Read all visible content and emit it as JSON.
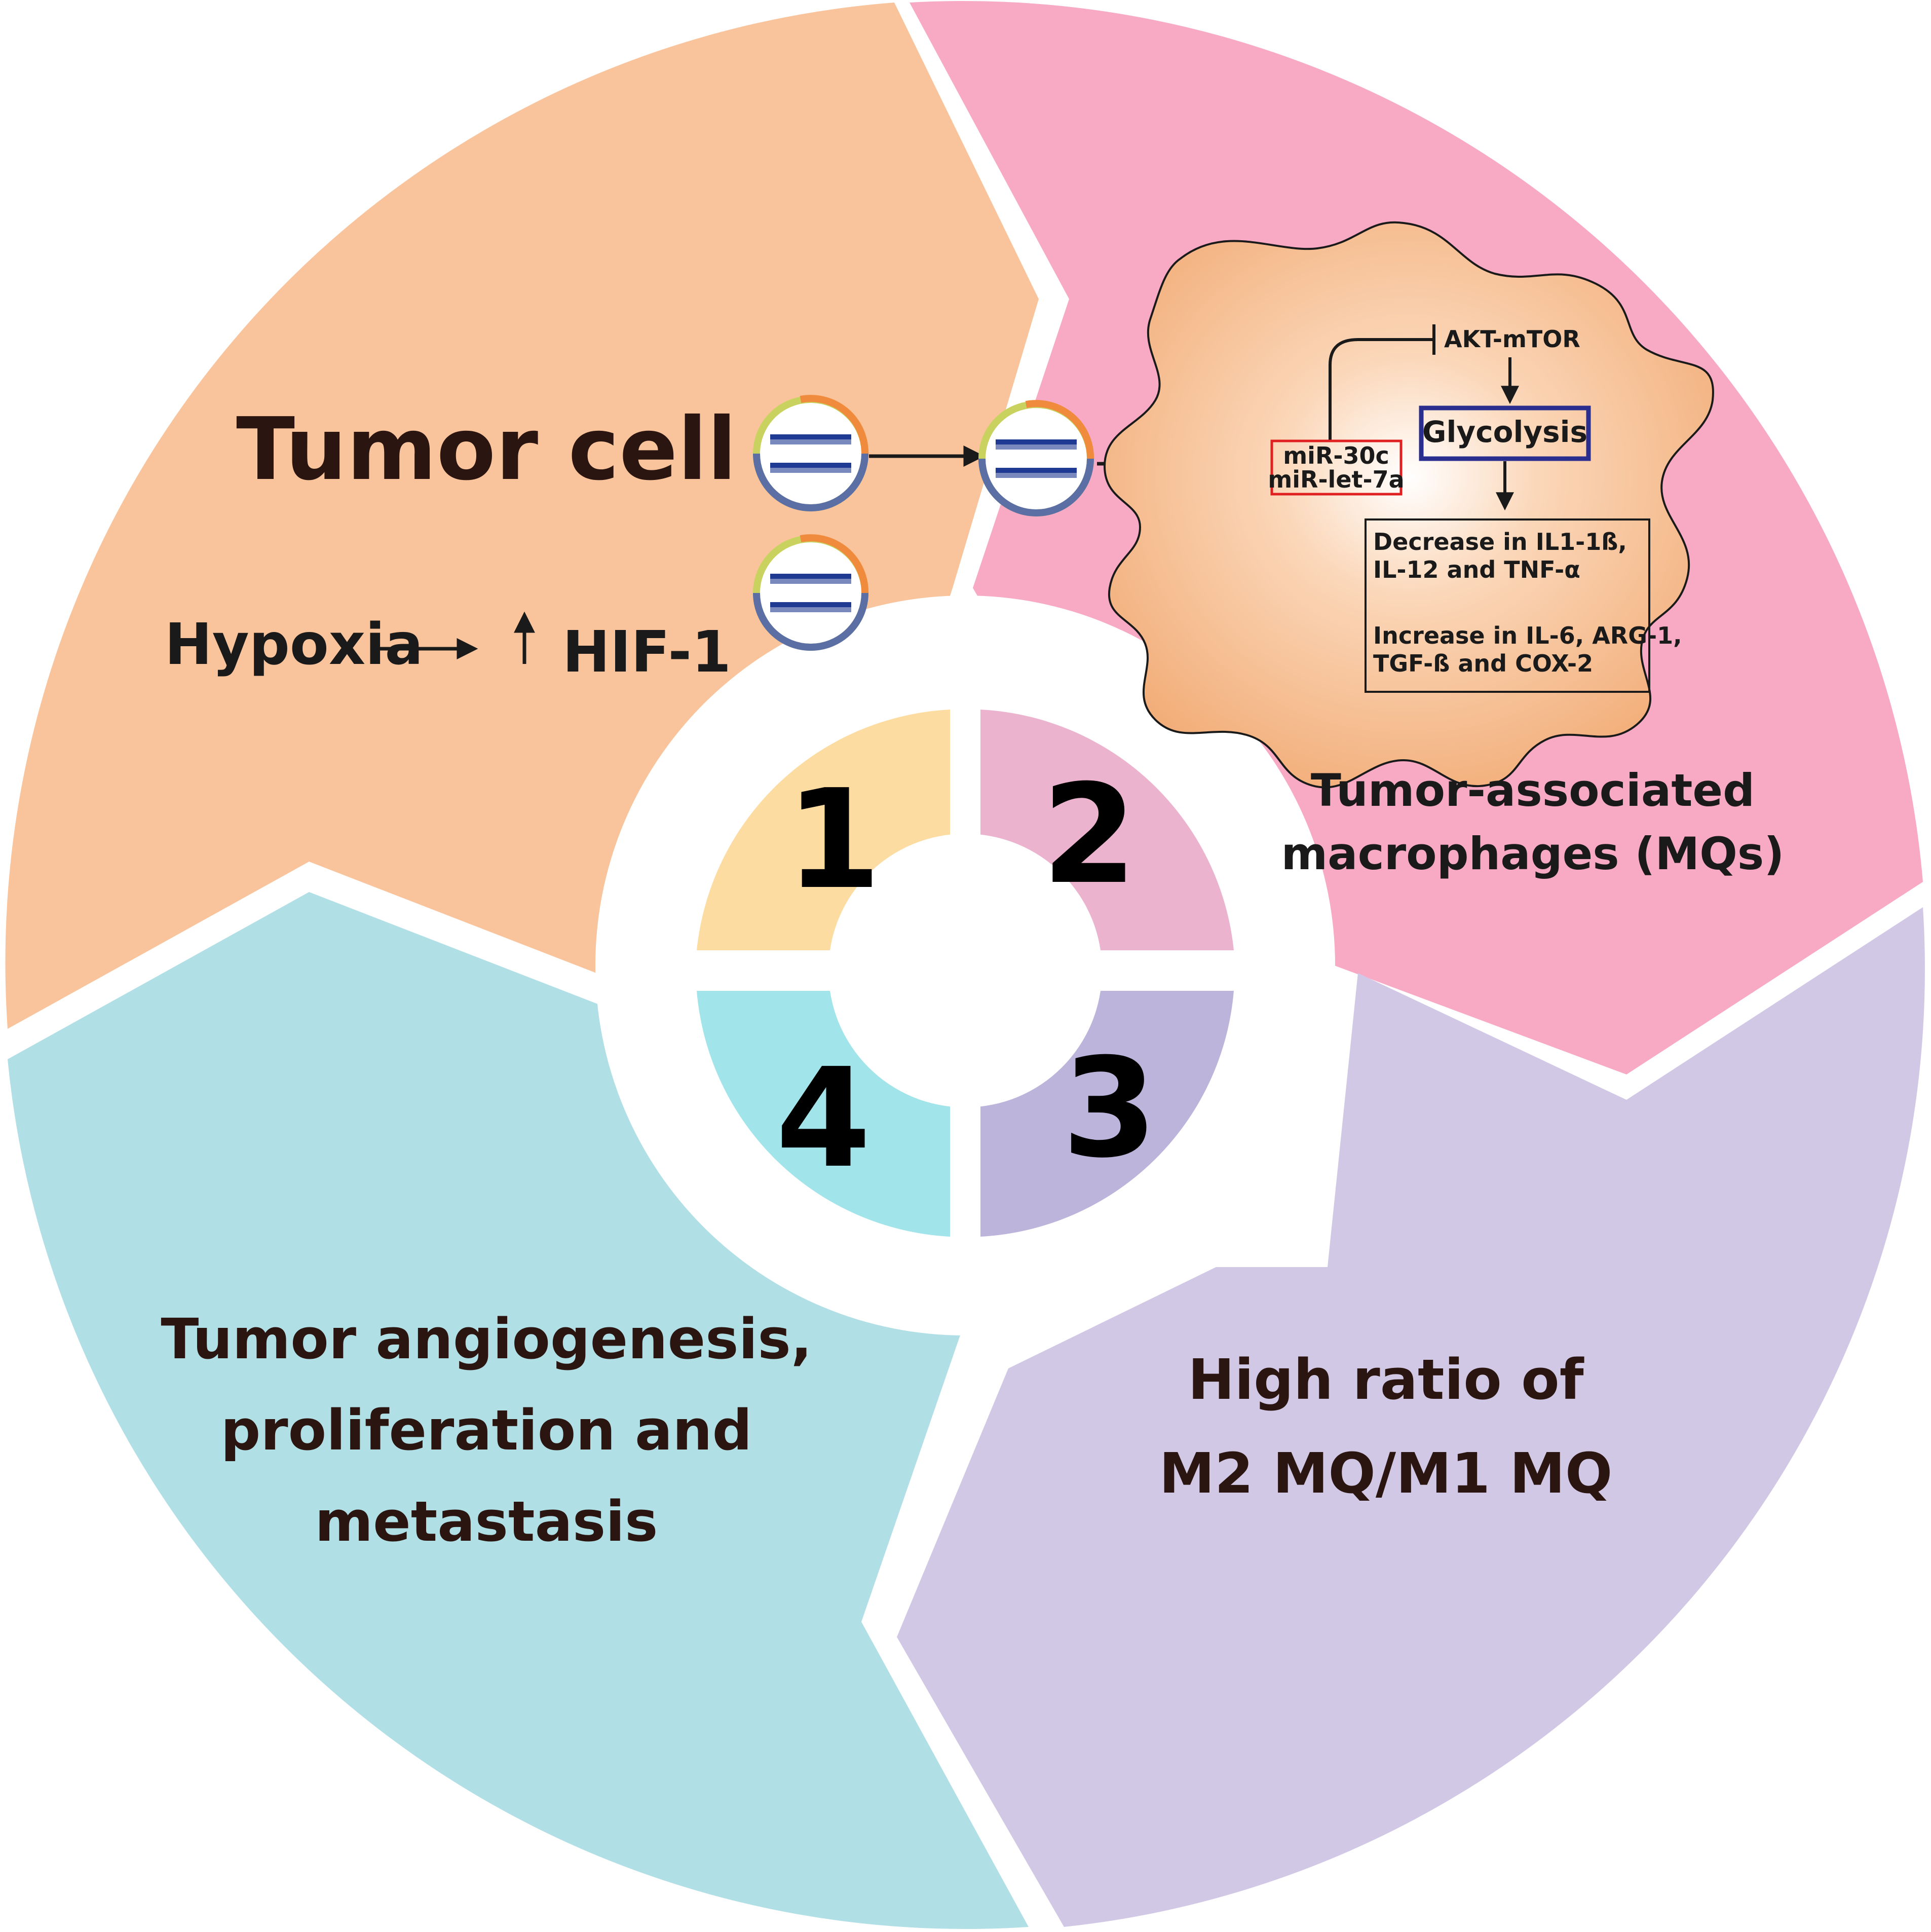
{
  "colors": {
    "tumor_cell": "#f9c49b",
    "macrophages": "#f8aac5",
    "ratio": "#d1c8e6",
    "angiogenesis": "#b1dfe6",
    "step1": "#fcdca1",
    "step2": "#ecb3cf",
    "step3": "#bcb4da",
    "step4": "#a1e4ea",
    "mirna_box": "#e02020",
    "glycolysis_box": "#2a2f8f"
  },
  "sections": {
    "tumor_cell": {
      "title": "Tumor cell",
      "hypoxia": "Hypoxia",
      "hif": "HIF-1"
    },
    "macrophages": {
      "line1": "Tumor-associated",
      "line2": "macrophages (MQs)"
    },
    "ratio": {
      "line1": "High ratio of",
      "line2": "M2 MQ/M1 MQ"
    },
    "angiogenesis": {
      "line1": "Tumor angiogenesis,",
      "line2": "proliferation and",
      "line3": "metastasis"
    }
  },
  "macrophage_cell": {
    "akt": "AKT-mTOR",
    "glycolysis": "Glycolysis",
    "mirna1": "miR-30c",
    "mirna2": "miR-let-7a",
    "decrease1": "Decrease in IL1-1ß,",
    "decrease2": "IL-12 and TNF-α",
    "increase1": "Increase in IL-6, ARG-1,",
    "increase2": "TGF-ß and COX-2"
  },
  "steps": [
    "1",
    "2",
    "3",
    "4"
  ],
  "icons": [
    "exosome-icon",
    "up-arrow-icon",
    "inhibition-arrow-icon"
  ]
}
